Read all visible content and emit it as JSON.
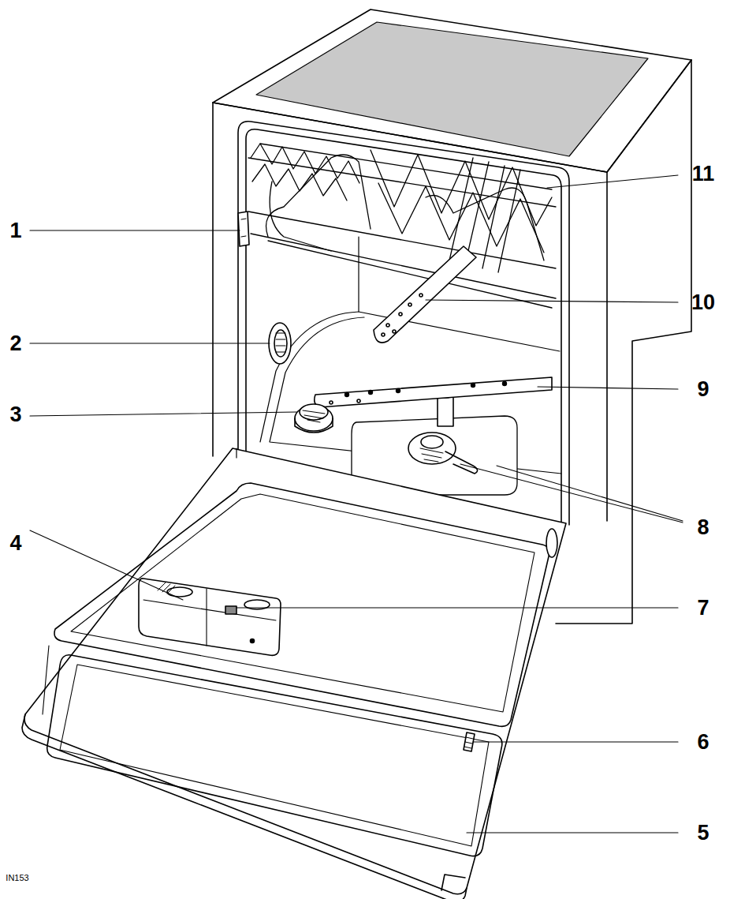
{
  "diagram": {
    "labels": [
      "11",
      "1",
      "10",
      "2",
      "9",
      "3",
      "8",
      "4",
      "7",
      "6",
      "5",
      "IN153"
    ]
  }
}
